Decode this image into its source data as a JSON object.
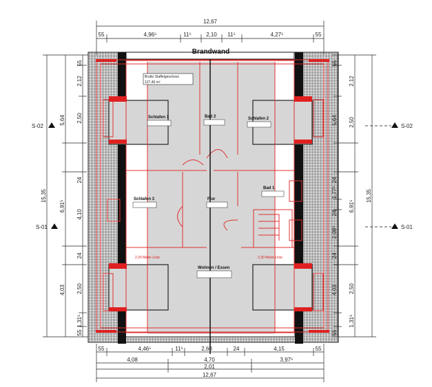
{
  "title": "Brandwand",
  "area_label": {
    "line1": "Brutto Staffelgeschoss",
    "line2": "127,46 m²"
  },
  "rooms": {
    "schlafen1": "Schlafen 1",
    "schlafen2": "Schlafen 2",
    "schlafen3": "Schlafen 3",
    "bad1": "Bad 1",
    "bad2": "Bad 2",
    "flur": "Flur",
    "wohnen": "Wohnen / Essen"
  },
  "notes": {
    "line_left": "2,30 Meter Linie",
    "line_right": "2,30 Meter Linie"
  },
  "sections": {
    "s02_left": "S-02",
    "s02_right": "S-02",
    "s01_left": "S-01",
    "s01_right": "S-01"
  },
  "dims_top": {
    "overall": "12,67",
    "d1": "55",
    "d2": "4,96⁵",
    "d3": "11⁵",
    "d4": "2,10",
    "d5": "11⁵",
    "d6": "4,27⁵",
    "d7": "55"
  },
  "dims_bottom": {
    "r1_a": "55",
    "r1_b": "4,46⁵",
    "r1_c": "11⁵",
    "r1_d": "2,60",
    "r1_e": "24",
    "r1_f": "4,15",
    "r1_g": "55",
    "r2_a": "4,08",
    "r2_b": "4,70",
    "r2_c": "3,97⁵",
    "r3": "2,01",
    "r4": "12,67"
  },
  "dims_left": {
    "overall": "15,35",
    "a1": "55",
    "a2": "2,12",
    "a3": "2,50",
    "a4": "5,64",
    "a5": "24",
    "a6": "4,10",
    "a7": "6,91⁵",
    "a8": "24",
    "a9": "2,50",
    "a10": "4,03",
    "a11": "1,31⁵",
    "a12": "55"
  },
  "dims_right": {
    "overall": "15,35",
    "b1": "55",
    "b2": "2,12",
    "b3": "2,50",
    "b4": "5,64",
    "b5": "24",
    "b6": "1,77⁵",
    "b7": "6,91⁵",
    "b8": "24",
    "b9": "2,08⁵",
    "b10": "24",
    "b11": "2,50",
    "b12": "4,03",
    "b13": "1,31⁵",
    "b14": "55"
  }
}
